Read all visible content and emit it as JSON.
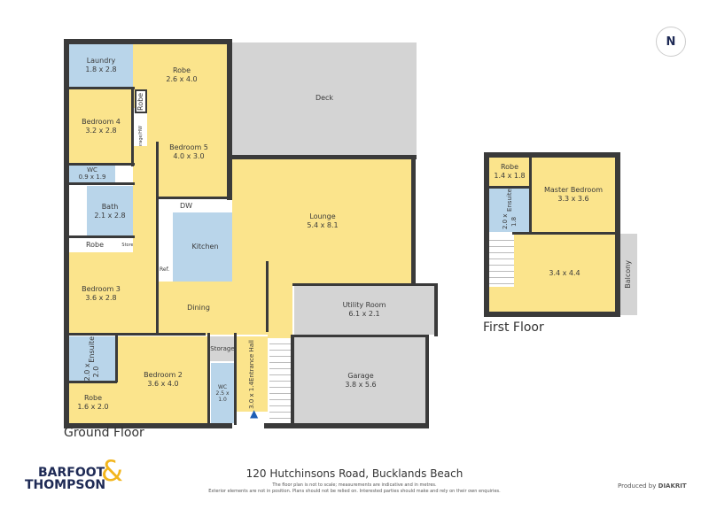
{
  "compass": {
    "label": "N",
    "icon": "north-compass-icon"
  },
  "ground": {
    "label": "Ground Floor",
    "rooms": [
      {
        "name": "Laundry",
        "dims": "1.8 x 2.8"
      },
      {
        "name": "Robe",
        "dims": "2.6 x 4.0"
      },
      {
        "name": "Deck",
        "dims": ""
      },
      {
        "name": "Bedroom 4",
        "dims": "3.2 x 2.8"
      },
      {
        "name": "Robe",
        "dims": ""
      },
      {
        "name": "Storage/HW",
        "dims": ""
      },
      {
        "name": "Bedroom 5",
        "dims": "4.0 x 3.0"
      },
      {
        "name": "WC",
        "dims": "0.9 x 1.9"
      },
      {
        "name": "Bath",
        "dims": "2.1 x 2.8"
      },
      {
        "name": "Robe",
        "dims": ""
      },
      {
        "name": "Store",
        "dims": ""
      },
      {
        "name": "Kitchen",
        "dims": ""
      },
      {
        "name": "Lounge",
        "dims": "5.4 x 8.1"
      },
      {
        "name": "Bedroom 3",
        "dims": "3.6 x 2.8"
      },
      {
        "name": "Dining",
        "dims": ""
      },
      {
        "name": "Utility Room",
        "dims": "6.1 x 2.1"
      },
      {
        "name": "Ensuite",
        "dims": "2.0 x 2.0"
      },
      {
        "name": "Robe",
        "dims": "1.6 x 2.0"
      },
      {
        "name": "Bedroom 2",
        "dims": "3.6 x 4.0"
      },
      {
        "name": "Storage",
        "dims": ""
      },
      {
        "name": "WC",
        "dims": "2.5 x 1.0"
      },
      {
        "name": "Entrance Hall",
        "dims": "3.0 x 1.4"
      },
      {
        "name": "Garage",
        "dims": "3.8 x 5.6"
      }
    ],
    "fixtures": {
      "dw": "DW",
      "ref": "Ref."
    }
  },
  "first": {
    "label": "First Floor",
    "rooms": [
      {
        "name": "Robe",
        "dims": "1.4 x 1.8"
      },
      {
        "name": "Master Bedroom",
        "dims": "3.3 x 3.6"
      },
      {
        "name": "Ensuite",
        "dims": "2.0 x 1.8"
      },
      {
        "name": "",
        "dims": "3.4 x 4.4"
      },
      {
        "name": "Balcony",
        "dims": ""
      }
    ]
  },
  "footer": {
    "brand_line1": "BARFOOT",
    "brand_line2": "THOMPSON",
    "brand_amp": "&",
    "address": "120 Hutchinsons Road, Bucklands Beach",
    "disclaimer1": "The floor plan is not to scale; measurements are indicative and in metres.",
    "disclaimer2": "Exterior elements are not in position. Plans should not be relied on. Interested parties should make and rely on their own enquiries.",
    "produced_by": "Produced by",
    "producer": "DIAKRIT"
  },
  "colors": {
    "room": "#fbe48c",
    "wet": "#b9d5ea",
    "service": "#d4d4d4",
    "wall": "#3a3a3a",
    "brand_navy": "#1e2a55",
    "brand_gold": "#f2b51c"
  }
}
